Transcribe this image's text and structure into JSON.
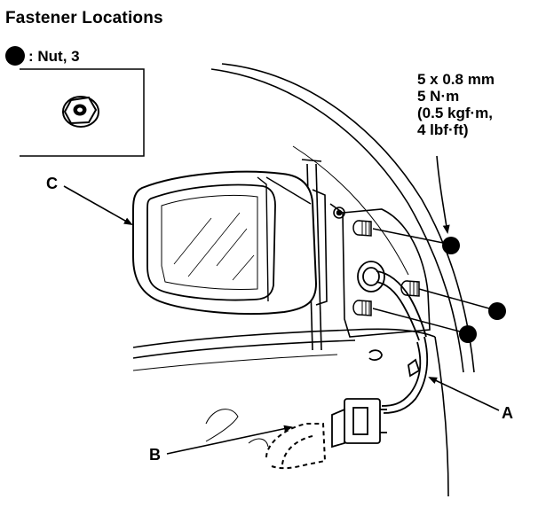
{
  "title": "Fastener Locations",
  "legend": {
    "symbol": "filled-circle",
    "text": ": Nut, 3"
  },
  "spec": [
    "5 x 0.8 mm",
    "5 N·m",
    "(0.5 kgf·m,",
    "4 lbf·ft)"
  ],
  "callouts": {
    "a": "A",
    "b": "B",
    "c": "C"
  },
  "nut_markers": 3,
  "colors": {
    "ink": "#000000",
    "paper": "#ffffff"
  }
}
